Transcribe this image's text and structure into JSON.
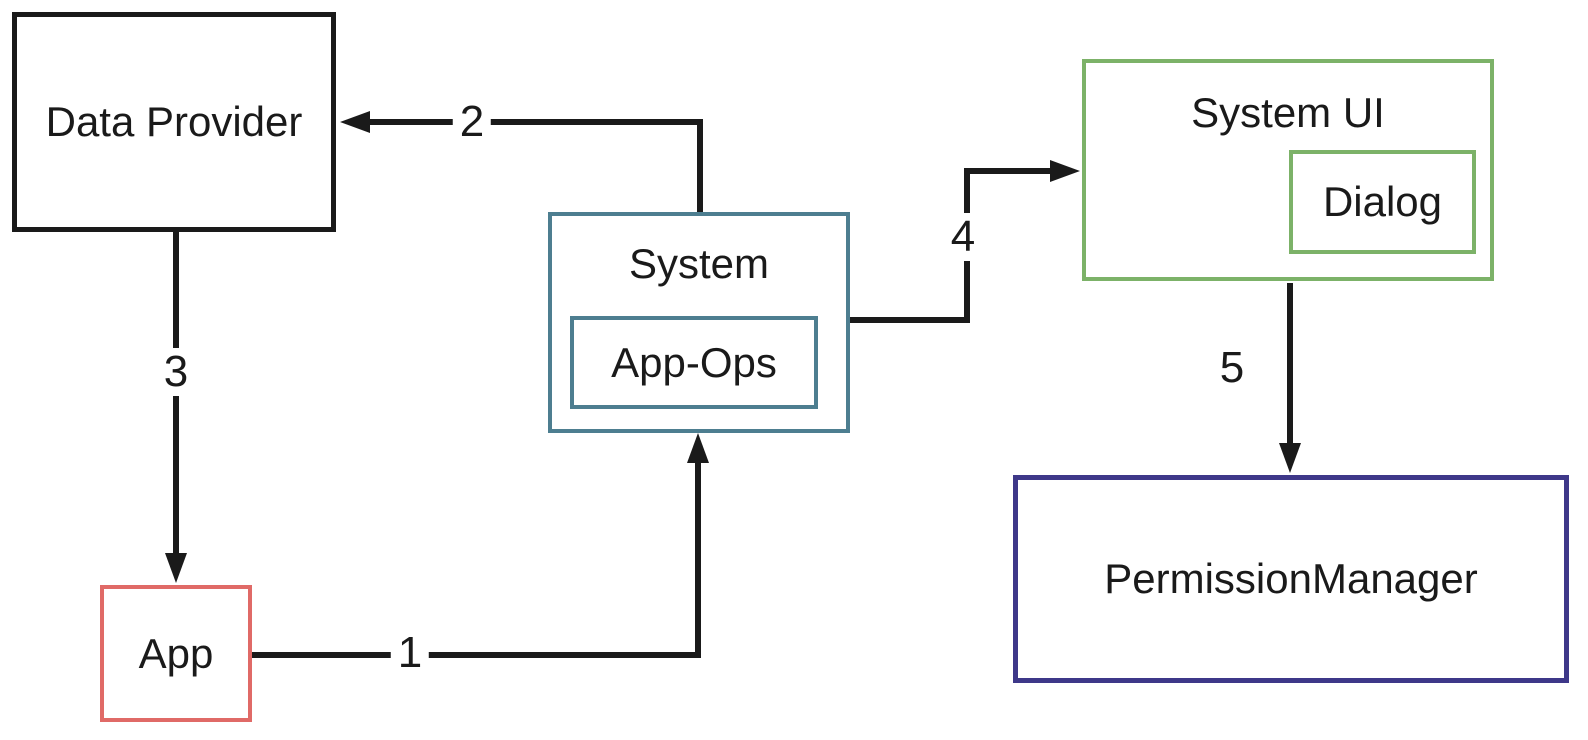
{
  "diagram": {
    "type": "flow-diagram",
    "background_color": "#ffffff",
    "line_color": "#1a1a1a",
    "text_color": "#1a1a1a",
    "nodes": {
      "data_provider": {
        "label": "Data Provider",
        "border_color": "#1a1a1a"
      },
      "system": {
        "label": "System",
        "border_color": "#4d7e90"
      },
      "app_ops": {
        "label": "App-Ops",
        "border_color": "#4d7e90"
      },
      "system_ui": {
        "label": "System UI",
        "border_color": "#7cb268"
      },
      "dialog": {
        "label": "Dialog",
        "border_color": "#7cb268"
      },
      "permission_manager": {
        "label": "PermissionManager",
        "border_color": "#3e3889"
      },
      "app": {
        "label": "App",
        "border_color": "#e06a67"
      }
    },
    "edges": [
      {
        "label": "1",
        "from": "App",
        "to": "System"
      },
      {
        "label": "2",
        "from": "System",
        "to": "Data Provider"
      },
      {
        "label": "3",
        "from": "Data Provider",
        "to": "App"
      },
      {
        "label": "4",
        "from": "System",
        "to": "System UI"
      },
      {
        "label": "5",
        "from": "System UI",
        "to": "PermissionManager"
      }
    ]
  }
}
